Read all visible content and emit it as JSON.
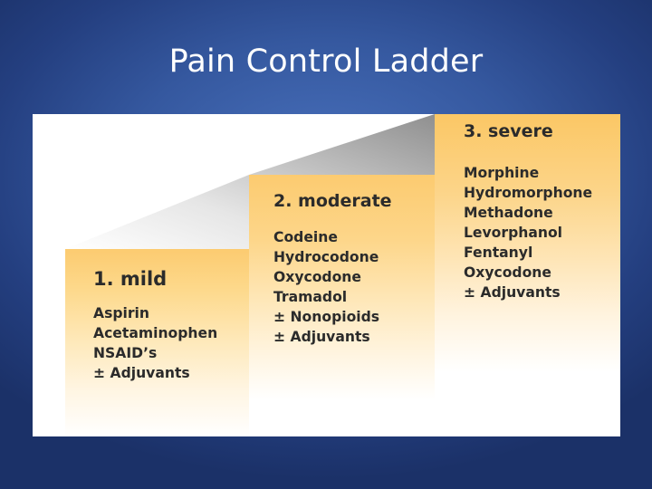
{
  "title": "Pain Control Ladder",
  "steps": [
    {
      "heading": "1. mild",
      "items": [
        "Aspirin",
        "Acetaminophen",
        "NSAID’s",
        "± Adjuvants"
      ]
    },
    {
      "heading": "2. moderate",
      "items": [
        "Codeine",
        "Hydrocodone",
        "Oxycodone",
        "Tramadol",
        "± Nonopioids",
        "± Adjuvants"
      ]
    },
    {
      "heading": "3. severe",
      "items": [
        "Morphine",
        "Hydromorphone",
        "Methadone",
        "Levorphanol",
        "Fentanyl",
        "Oxycodone",
        "± Adjuvants"
      ]
    }
  ],
  "colors": {
    "background": "#35589f",
    "step_fill": "#fccb70",
    "ramp": "#9a9a9a",
    "text": "#2b2b2b"
  }
}
